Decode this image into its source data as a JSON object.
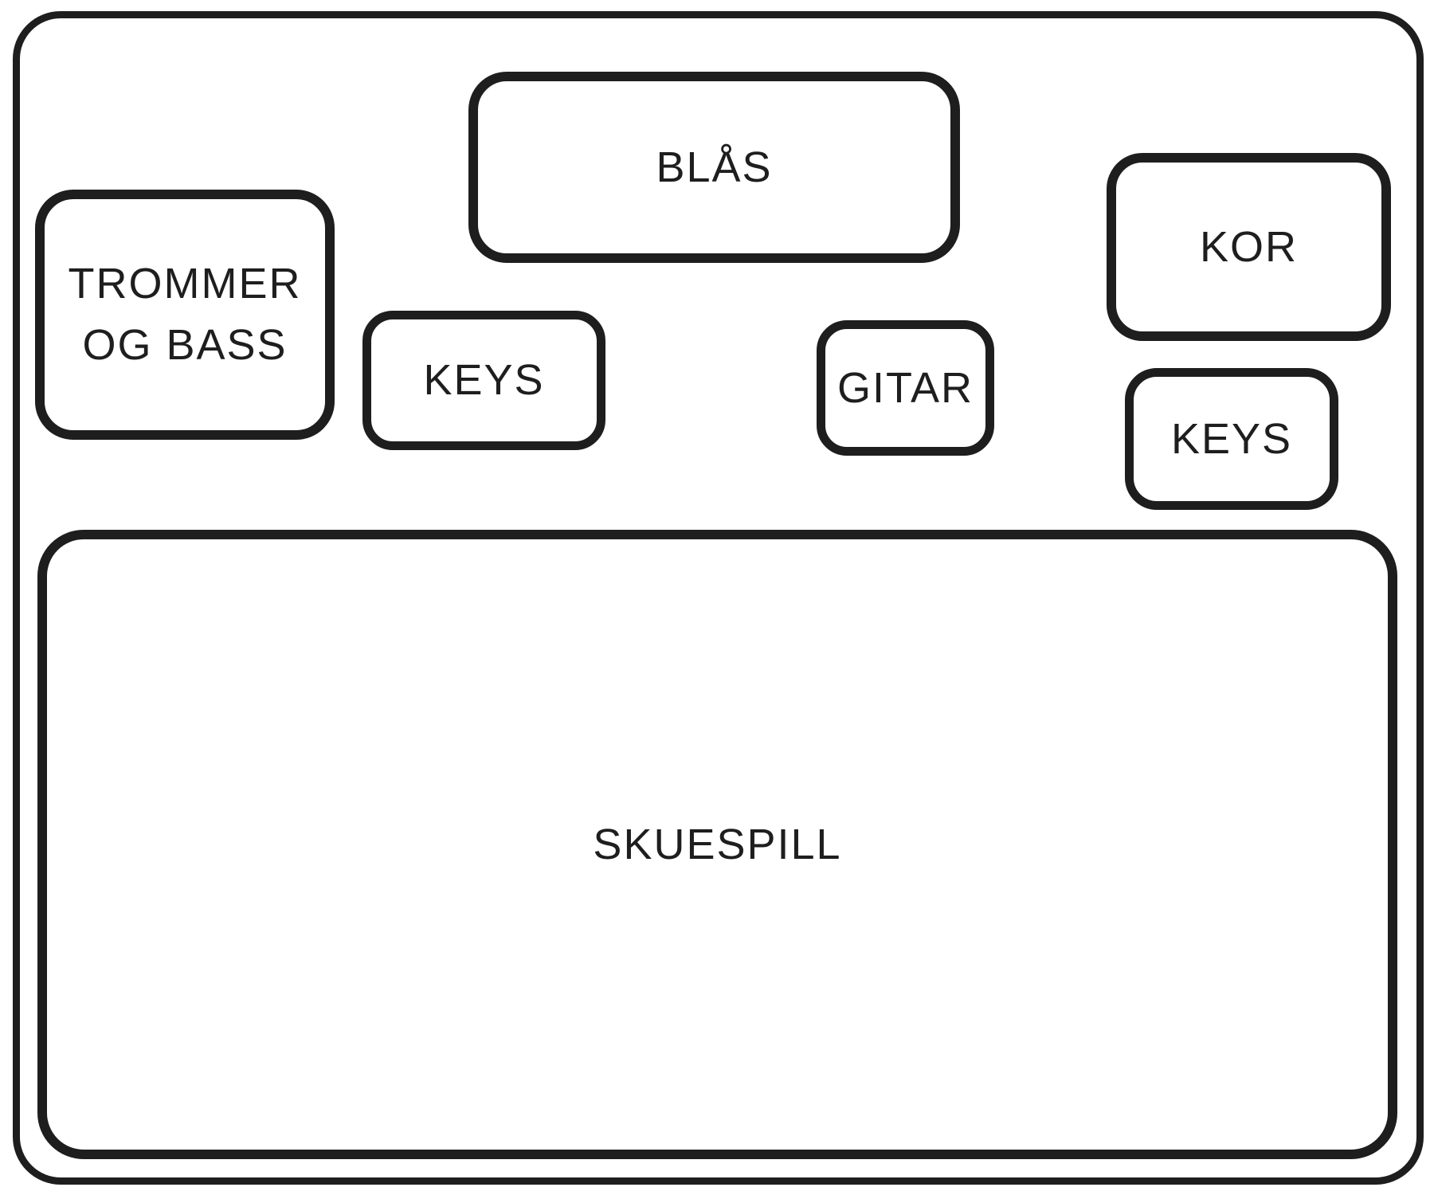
{
  "colors": {
    "ink": "#1e1e1e",
    "background": "#ffffff"
  },
  "stage_plot": {
    "boxes": [
      {
        "id": "blas",
        "label": "BLÅS"
      },
      {
        "id": "trommer-og-bass",
        "label": "TROMMER OG BASS"
      },
      {
        "id": "keys-left",
        "label": "KEYS"
      },
      {
        "id": "gitar",
        "label": "GITAR"
      },
      {
        "id": "kor",
        "label": "KOR"
      },
      {
        "id": "keys-right",
        "label": "KEYS"
      },
      {
        "id": "skuespill",
        "label": "SKUESPILL"
      }
    ]
  }
}
